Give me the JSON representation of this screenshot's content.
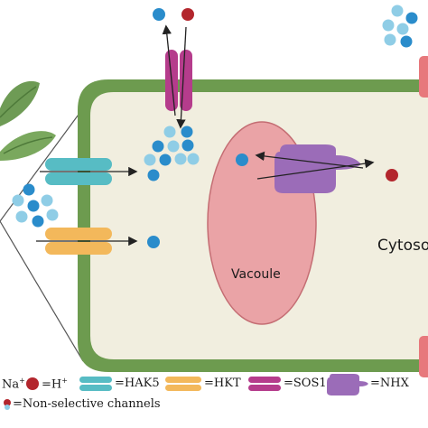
{
  "labels": {
    "vacuole": "Vacoule",
    "cytosol": "Cytoso"
  },
  "legend": {
    "na": "Na",
    "na_sup": "+",
    "h_prefix": "=H",
    "h_sup": "+",
    "hak5": "=HAK5",
    "hkt": "=HKT",
    "sos1": "=SOS1",
    "nhx": "=NHX",
    "nonselective": "=Non-selective channels"
  },
  "colors": {
    "cell_wall": "#6d9b4f",
    "cytoplasm": "#f1eedf",
    "vacuole": "#eaa3a6",
    "vacuole_stroke": "#c46d73",
    "na_ion": "#2a8ccb",
    "na_ion_light": "#8fcde6",
    "h_ion": "#b3262d",
    "hak5": "#57bcc4",
    "hkt": "#f3b85b",
    "sos1": "#b53c8c",
    "nhx": "#9b6cb8",
    "leaf": "#6e9b55"
  },
  "icons": [
    "leaf-icon",
    "na-ion-icon",
    "h-ion-icon",
    "hak5-transporter-icon",
    "hkt-transporter-icon",
    "sos1-transporter-icon",
    "nhx-transporter-icon",
    "nonselective-channel-icon"
  ]
}
